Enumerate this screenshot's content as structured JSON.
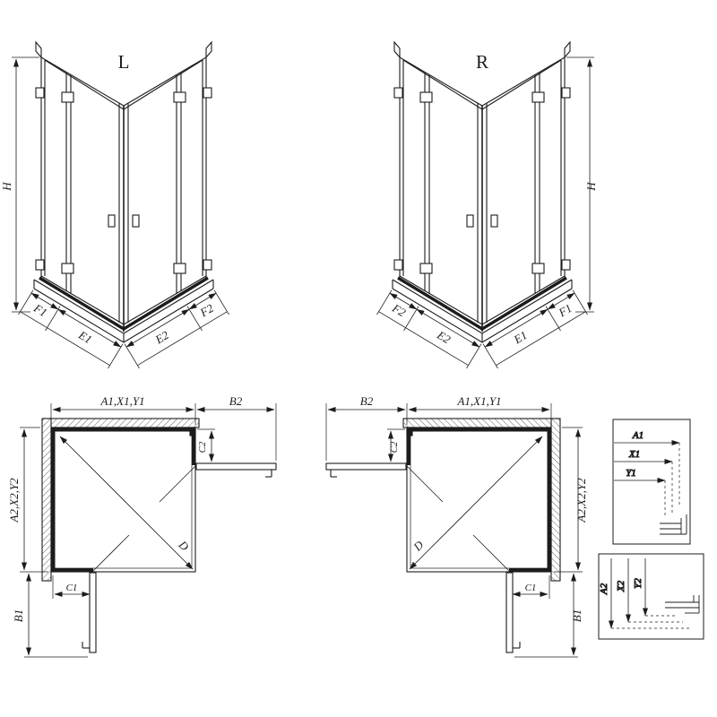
{
  "colors": {
    "line": "#1c1c1c",
    "background": "#ffffff"
  },
  "iso_left": {
    "label": "L",
    "dim_h": "H",
    "dim_f1": "F1",
    "dim_e1": "E1",
    "dim_e2": "E2",
    "dim_f2": "F2"
  },
  "iso_right": {
    "label": "R",
    "dim_h": "H",
    "dim_f1": "F1",
    "dim_e1": "E1",
    "dim_e2": "E2",
    "dim_f2": "F2"
  },
  "plan_left": {
    "dim_width": "A1,X1,Y1",
    "dim_b2": "B2",
    "dim_c2": "C2",
    "dim_depth": "A2,X2,Y2",
    "dim_c1": "C1",
    "dim_b1": "B1",
    "dim_d": "D"
  },
  "plan_right": {
    "dim_width": "A1,X1,Y1",
    "dim_b2": "B2",
    "dim_c2": "C2",
    "dim_depth": "A2,X2,Y2",
    "dim_c1": "C1",
    "dim_b1": "B1",
    "dim_d": "D"
  },
  "detail_width": {
    "dim_a1": "A1",
    "dim_x1": "X1",
    "dim_y1": "Y1"
  },
  "detail_depth": {
    "dim_a2": "A2",
    "dim_x2": "X2",
    "dim_y2": "Y2"
  }
}
